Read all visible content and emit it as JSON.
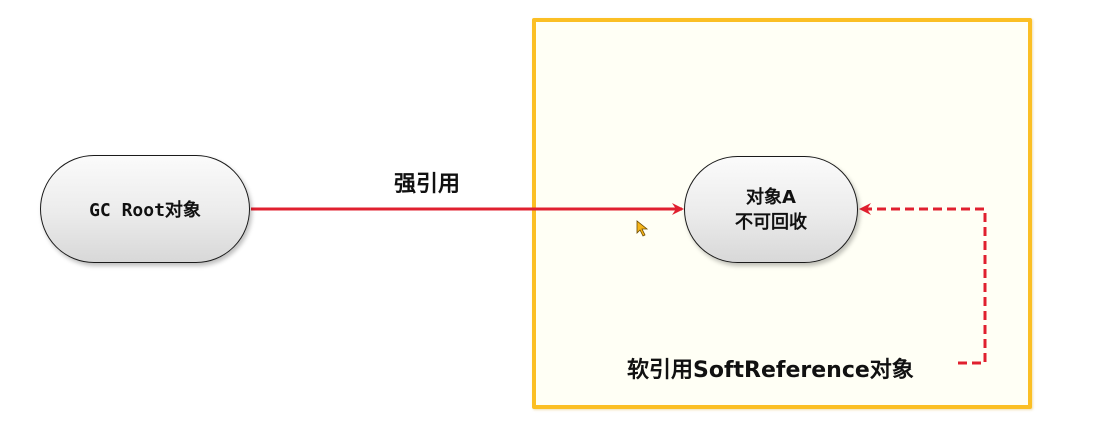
{
  "diagram": {
    "nodes": {
      "gc_root": {
        "label": "GC Root对象"
      },
      "object_a": {
        "line1": "对象A",
        "line2": "不可回收"
      }
    },
    "edges": {
      "strong_ref": {
        "label": "强引用",
        "style": "solid",
        "color": "#e0202f",
        "from": "gc_root",
        "to": "object_a"
      },
      "soft_ref": {
        "label": "软引用SoftReference对象",
        "style": "dashed",
        "color": "#e0202f",
        "from": "soft_reference",
        "to": "object_a"
      }
    },
    "container": {
      "label": "软引用SoftReference对象",
      "border_color": "#fbbf24",
      "fill_color": "#fffff5"
    }
  }
}
